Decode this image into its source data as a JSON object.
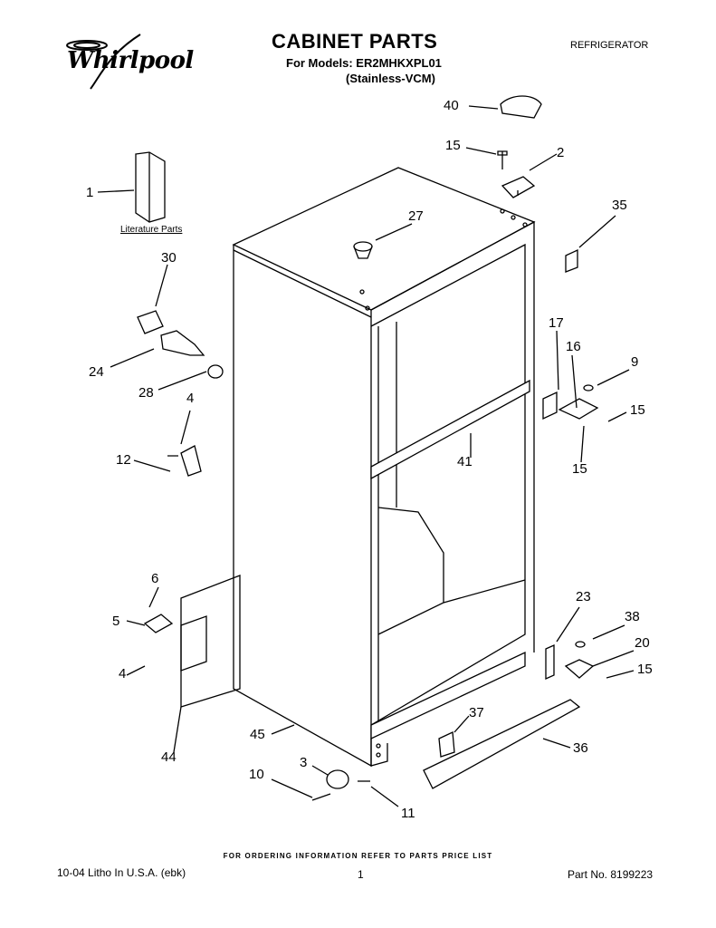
{
  "header": {
    "brand": "Whirlpool",
    "title": "CABINET PARTS",
    "models_line": "For Models: ER2MHKXPL01",
    "variant_line": "(Stainless-VCM)",
    "category": "REFRIGERATOR"
  },
  "diagram": {
    "literature_label": "Literature Parts",
    "callouts": [
      "40",
      "15",
      "2",
      "1",
      "27",
      "35",
      "30",
      "17",
      "16",
      "9",
      "24",
      "28",
      "4",
      "15",
      "12",
      "41",
      "15",
      "6",
      "23",
      "38",
      "5",
      "20",
      "4",
      "15",
      "37",
      "45",
      "36",
      "3",
      "10",
      "44",
      "11"
    ]
  },
  "footer": {
    "ordering_note": "FOR ORDERING INFORMATION REFER TO PARTS PRICE LIST",
    "litho": "10-04 Litho In U.S.A. (ebk)",
    "page_number": "1",
    "part_number": "Part No. 8199223"
  }
}
